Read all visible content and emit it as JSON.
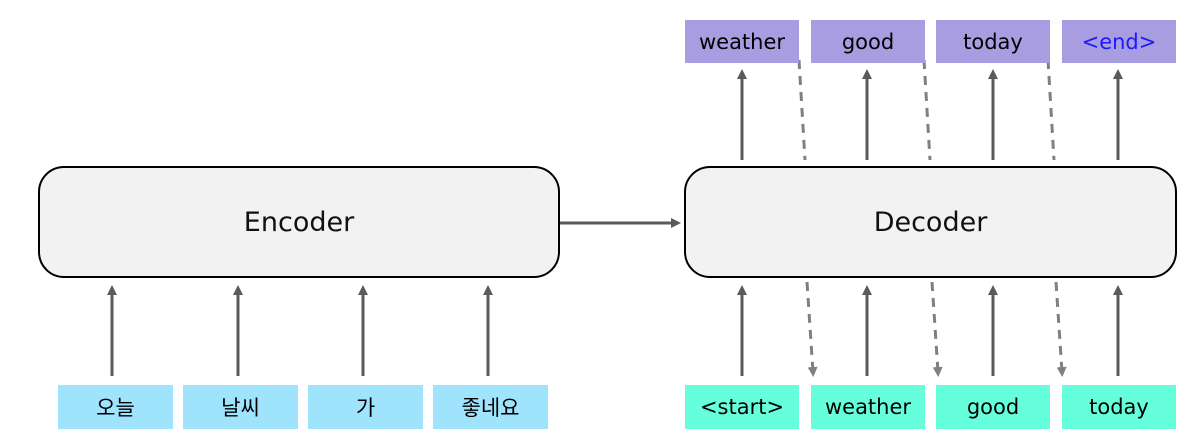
{
  "colors": {
    "encoder_input_bg": "#9fe3fd",
    "decoder_input_bg": "#66ffdc",
    "decoder_output_bg": "#a99de2",
    "end_token_text": "#1a1aff",
    "box_bg": "#f2f2f2",
    "arrow": "#5a5a5a",
    "dashed_arrow": "#808080"
  },
  "encoder": {
    "label": "Encoder"
  },
  "decoder": {
    "label": "Decoder"
  },
  "encoder_inputs": [
    "오늘",
    "날씨",
    "가",
    "좋네요"
  ],
  "decoder_inputs": [
    "<start>",
    "weather",
    "good",
    "today"
  ],
  "decoder_outputs": [
    "weather",
    "good",
    "today",
    "<end>"
  ]
}
